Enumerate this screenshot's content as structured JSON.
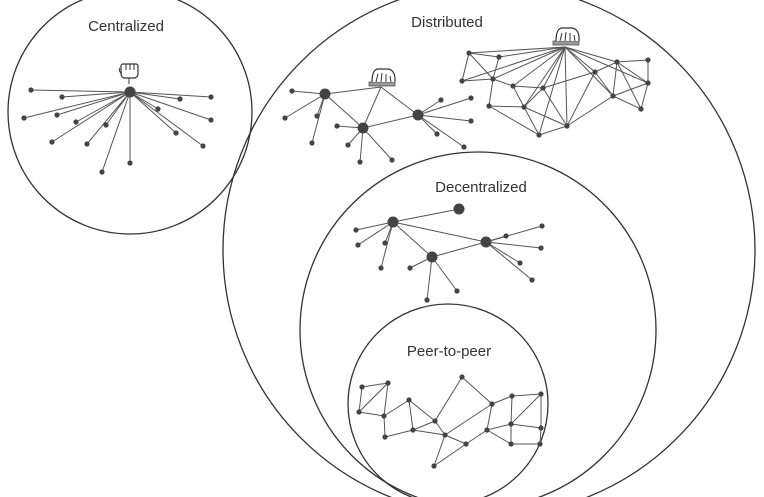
{
  "diagram": {
    "labels": {
      "centralized": "Centralized",
      "distributed": "Distributed",
      "decentralized": "Decentralized",
      "peer_to_peer": "Peer-to-peer"
    },
    "colors": {
      "line": "#555555",
      "node": "#444444",
      "circle": "#333333"
    },
    "icons": [
      "fist-icon",
      "hand-icon"
    ]
  }
}
